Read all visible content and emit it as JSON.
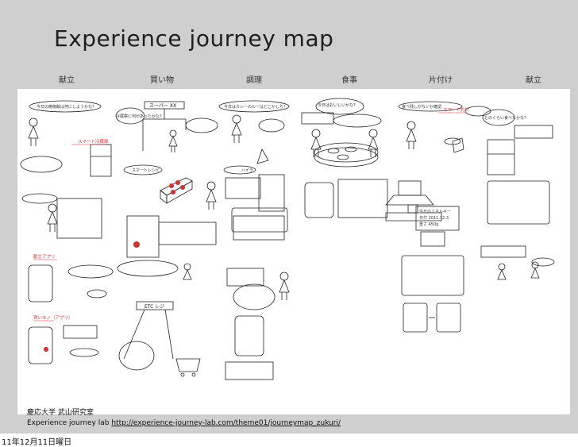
{
  "title": "Experience journey map",
  "stages": [
    "献立",
    "買い物",
    "調理",
    "食事",
    "片付け",
    "献立"
  ],
  "map": {
    "shop_sign": "スーパー XX",
    "register_sign": "ETC レジ",
    "smart_fridge": "スマート冷蔵庫",
    "smart_trash": "スマート釣り",
    "menu_app": "献立アプリ",
    "buy_memo": "買いモノ（アプリ）",
    "notes": [
      "今日の晩御飯は何にしようかな？",
      "冷蔵庫に何があったかな？",
      "今日はカレーのルーはどこかしら？",
      "今日はおいしいかな？",
      "食べ残しがないか確認",
      "どのくらい食べたかな？"
    ],
    "tooltip": "ハイラ",
    "small_card": "スマートレシピ",
    "scale_card": [
      "今日のエネルギー",
      "日付 2011.12.3",
      "重さ 450g"
    ]
  },
  "footer": {
    "org": "慶応大学 武山研究室",
    "caption": "Experience journey lab",
    "url": "http://experience-journey-lab.com/theme01/journeymap_zukuri/"
  },
  "date": "11年12月11日曜日"
}
